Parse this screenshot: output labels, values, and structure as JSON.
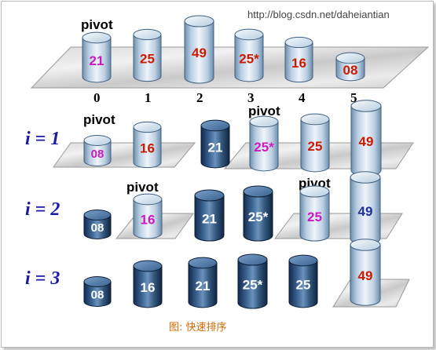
{
  "watermark": "http://blog.csdn.net/daheiantian",
  "caption": "图: 快速排序",
  "colors": {
    "magenta": "#cc19c2",
    "red": "#cc1a00",
    "navy": "#1f2f9e",
    "white": "#ffffff",
    "iteration": "#1a1aa6",
    "caption": "#d26a00"
  },
  "initial": {
    "pivot_label": "pivot",
    "indices": [
      "0",
      "1",
      "2",
      "3",
      "4",
      "5"
    ],
    "cylinders": [
      {
        "value": "21",
        "color": "magenta",
        "style": "light"
      },
      {
        "value": "25",
        "color": "red",
        "style": "light"
      },
      {
        "value": "49",
        "color": "red",
        "style": "light"
      },
      {
        "value": "25*",
        "color": "red",
        "style": "light"
      },
      {
        "value": "16",
        "color": "red",
        "style": "light"
      },
      {
        "value": "08",
        "color": "red",
        "style": "light"
      }
    ]
  },
  "iterations": [
    {
      "label": "i = 1",
      "pivots": [
        "pivot",
        "pivot"
      ],
      "cylinders": [
        {
          "value": "08",
          "color": "magenta",
          "style": "light"
        },
        {
          "value": "16",
          "color": "red",
          "style": "light"
        },
        {
          "value": "21",
          "color": "white",
          "style": "dark"
        },
        {
          "value": "25*",
          "color": "magenta",
          "style": "light"
        },
        {
          "value": "25",
          "color": "red",
          "style": "light"
        },
        {
          "value": "49",
          "color": "red",
          "style": "light"
        }
      ]
    },
    {
      "label": "i = 2",
      "pivots": [
        "pivot",
        "pivot"
      ],
      "cylinders": [
        {
          "value": "08",
          "color": "white",
          "style": "dark"
        },
        {
          "value": "16",
          "color": "magenta",
          "style": "light"
        },
        {
          "value": "21",
          "color": "white",
          "style": "dark"
        },
        {
          "value": "25*",
          "color": "white",
          "style": "dark"
        },
        {
          "value": "25",
          "color": "magenta",
          "style": "light"
        },
        {
          "value": "49",
          "color": "navy",
          "style": "light"
        }
      ]
    },
    {
      "label": "i = 3",
      "pivots": [],
      "cylinders": [
        {
          "value": "08",
          "color": "white",
          "style": "dark"
        },
        {
          "value": "16",
          "color": "white",
          "style": "dark"
        },
        {
          "value": "21",
          "color": "white",
          "style": "dark"
        },
        {
          "value": "25*",
          "color": "white",
          "style": "dark"
        },
        {
          "value": "25",
          "color": "white",
          "style": "dark"
        },
        {
          "value": "49",
          "color": "red",
          "style": "light"
        }
      ]
    }
  ]
}
